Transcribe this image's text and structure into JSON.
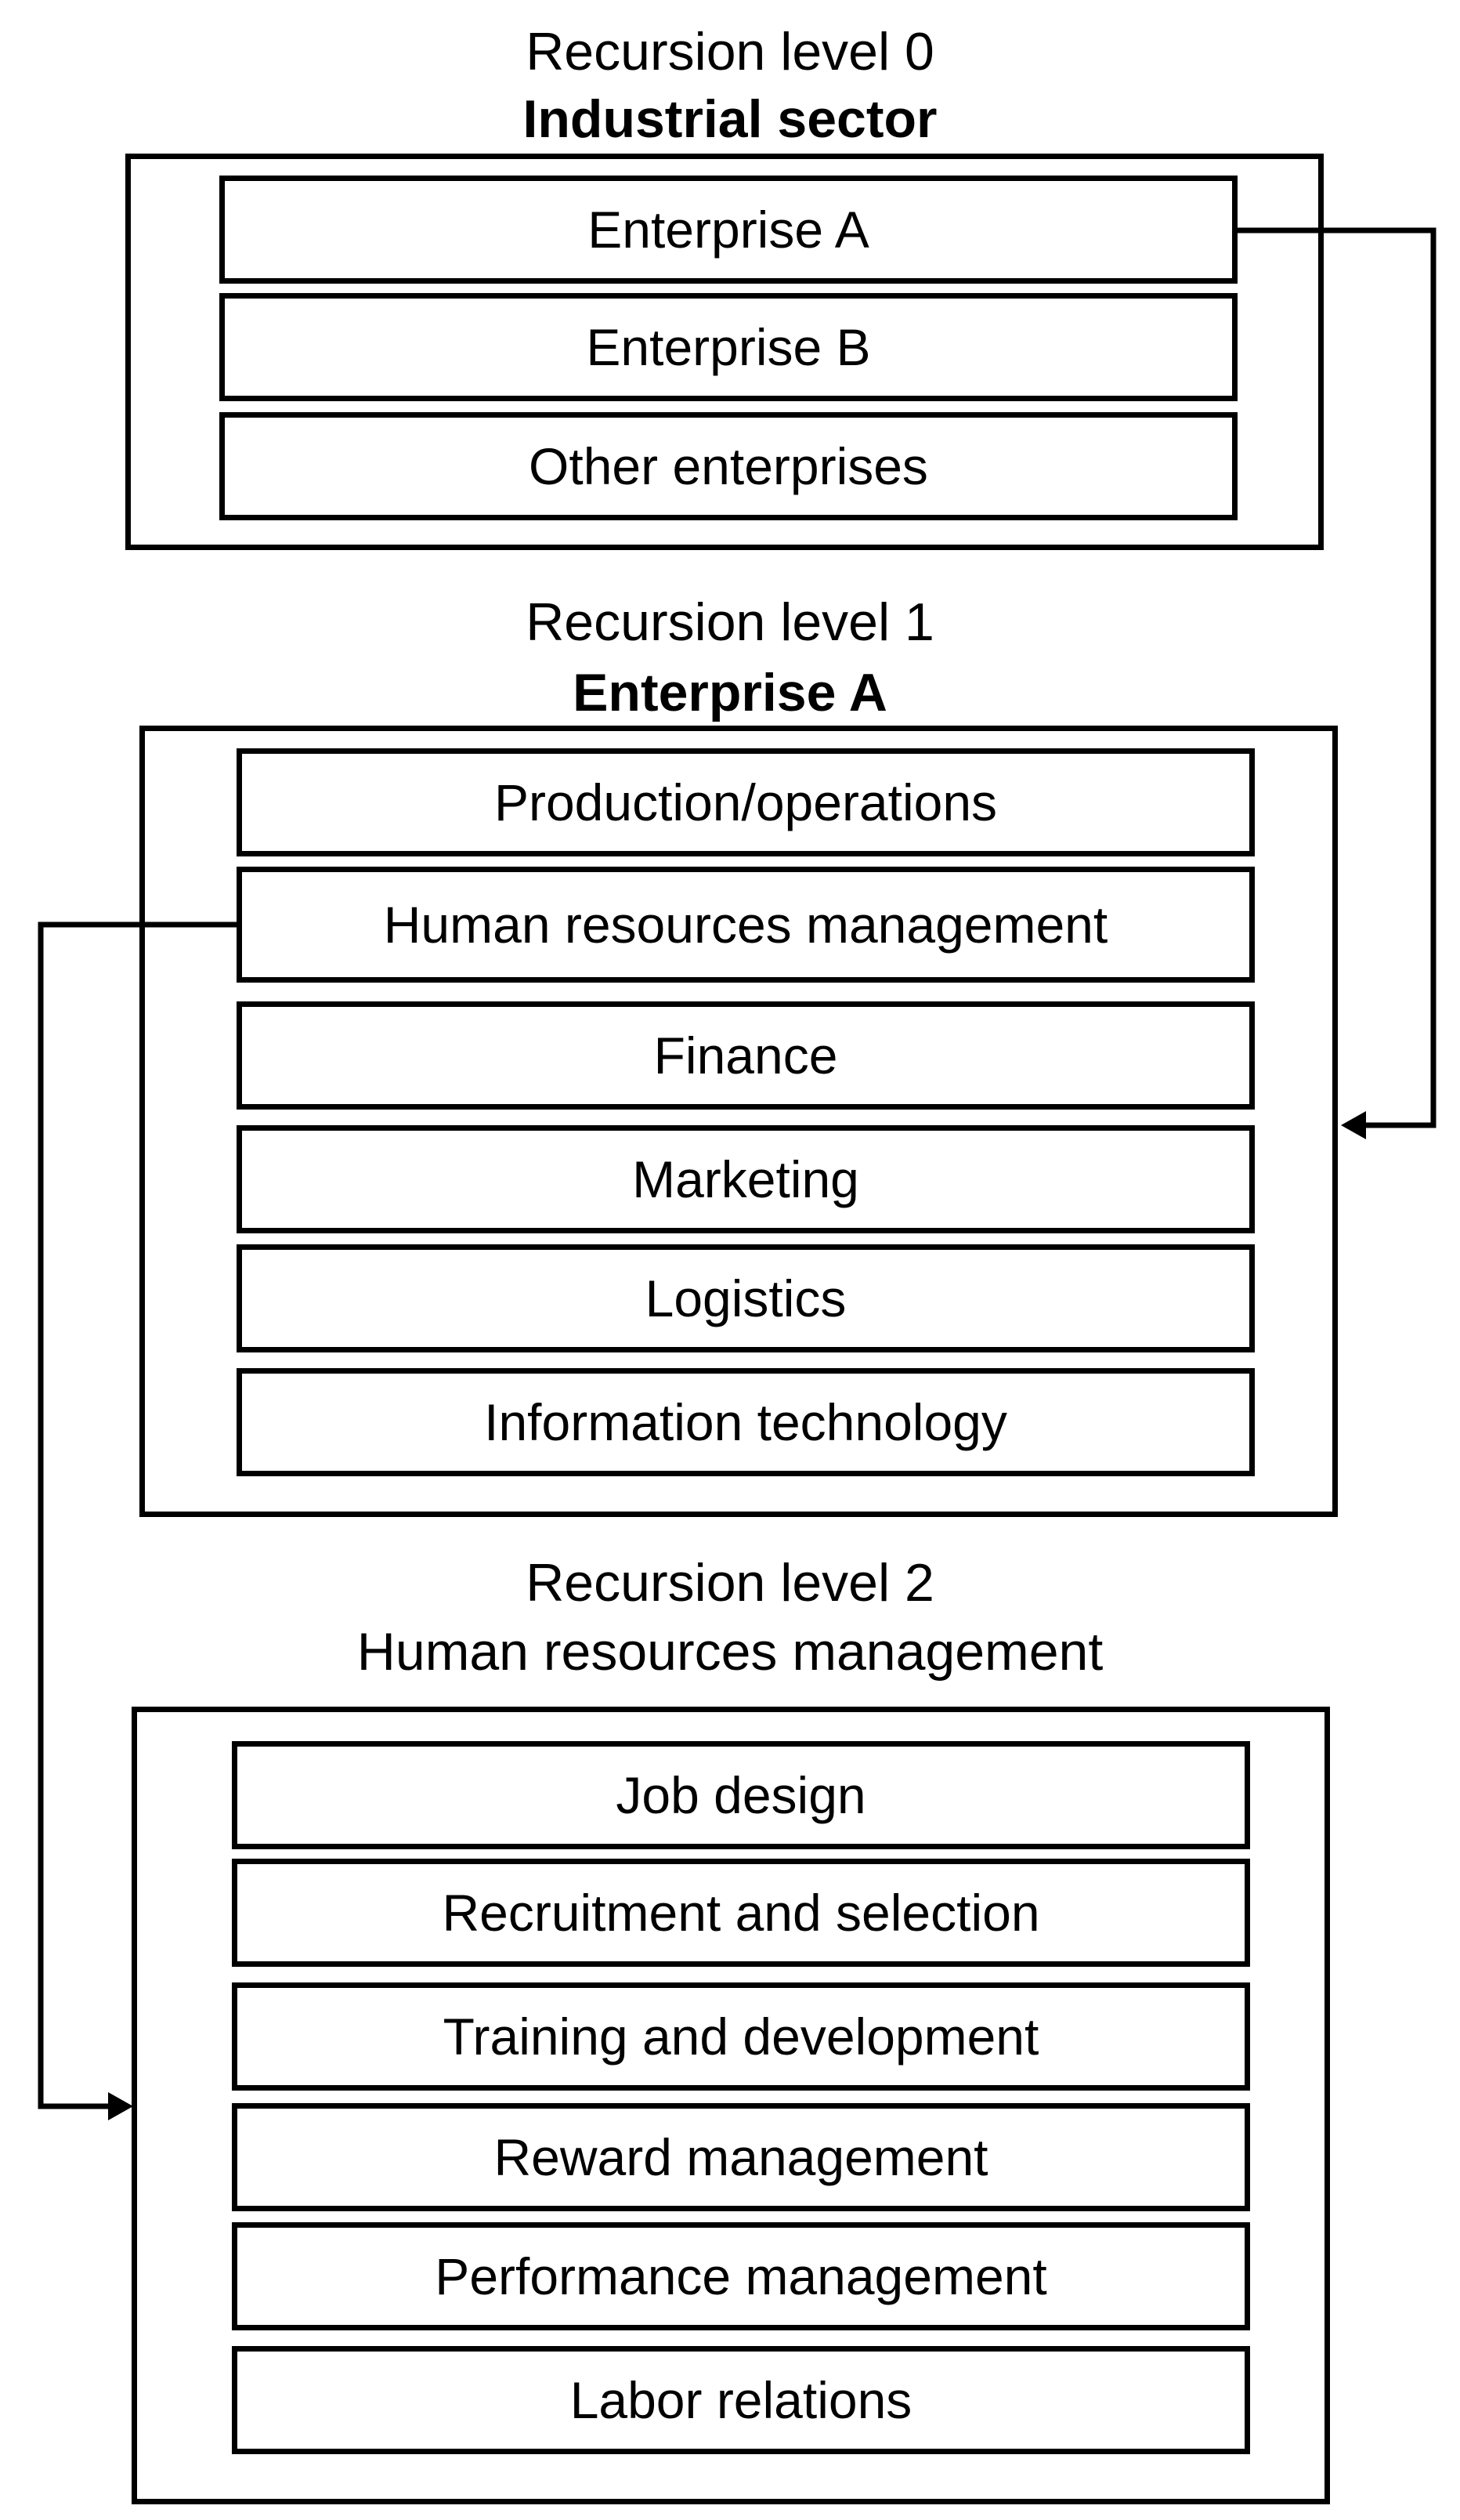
{
  "level0": {
    "heading": "Recursion level 0",
    "subheading": "Industrial sector",
    "items": [
      "Enterprise A",
      "Enterprise B",
      "Other enterprises"
    ]
  },
  "level1": {
    "heading": "Recursion level 1",
    "subheading": "Enterprise A",
    "items": [
      "Production/operations",
      "Human resources management",
      "Finance",
      "Marketing",
      "Logistics",
      "Information technology"
    ]
  },
  "level2": {
    "heading": "Recursion level 2",
    "subheading": "Human resources management",
    "items": [
      "Job design",
      "Recruitment and selection",
      "Training and development",
      "Reward management",
      "Performance management",
      "Labor relations"
    ]
  }
}
